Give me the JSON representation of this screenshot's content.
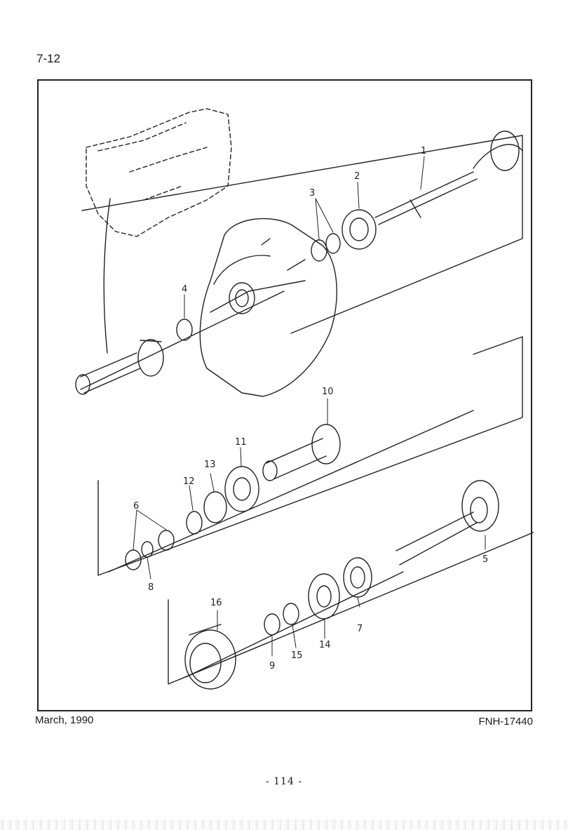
{
  "header": {
    "page_id": "7-12"
  },
  "footer": {
    "date": "March, 1990",
    "document_number": "FNH-17440",
    "page_number": "- 114 -"
  },
  "diagram": {
    "callouts": [
      "1",
      "2",
      "3",
      "4",
      "5",
      "6",
      "7",
      "8",
      "9",
      "10",
      "11",
      "12",
      "13",
      "14",
      "15",
      "16"
    ]
  }
}
